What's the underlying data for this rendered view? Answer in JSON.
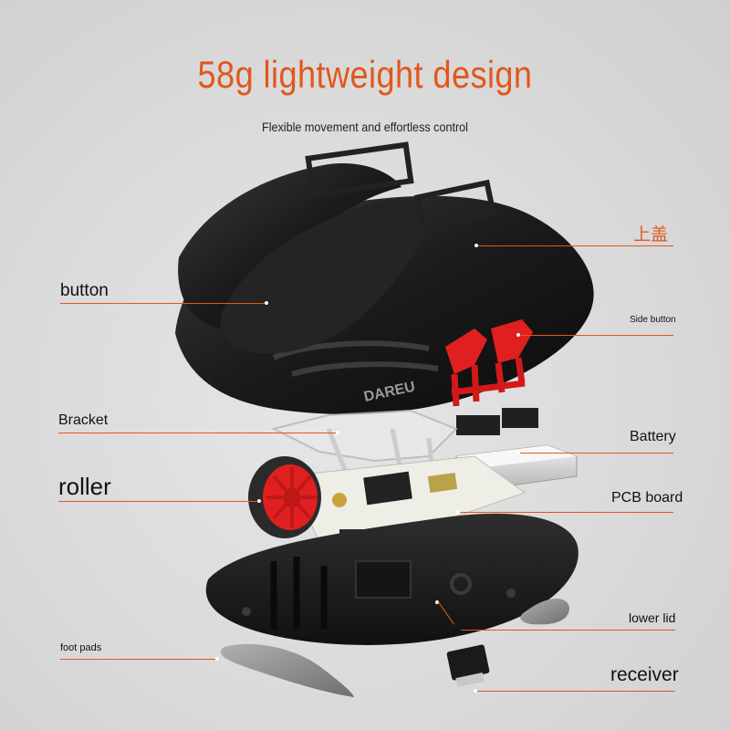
{
  "headline": "58g lightweight design",
  "subline": "Flexible movement and effortless control",
  "brand_mark": "DAREU",
  "labels": {
    "top_cover": "上盖",
    "button": "button",
    "side_button": "Side button",
    "bracket": "Bracket",
    "battery": "Battery",
    "roller": "roller",
    "pcb_board": "PCB board",
    "lower_lid": "lower lid",
    "foot_pads": "foot pads",
    "receiver": "receiver"
  },
  "colors": {
    "accent": "#e2571c",
    "background": "#dcdcdc",
    "shell": "#1c1c1c",
    "red_parts": "#e02020"
  }
}
